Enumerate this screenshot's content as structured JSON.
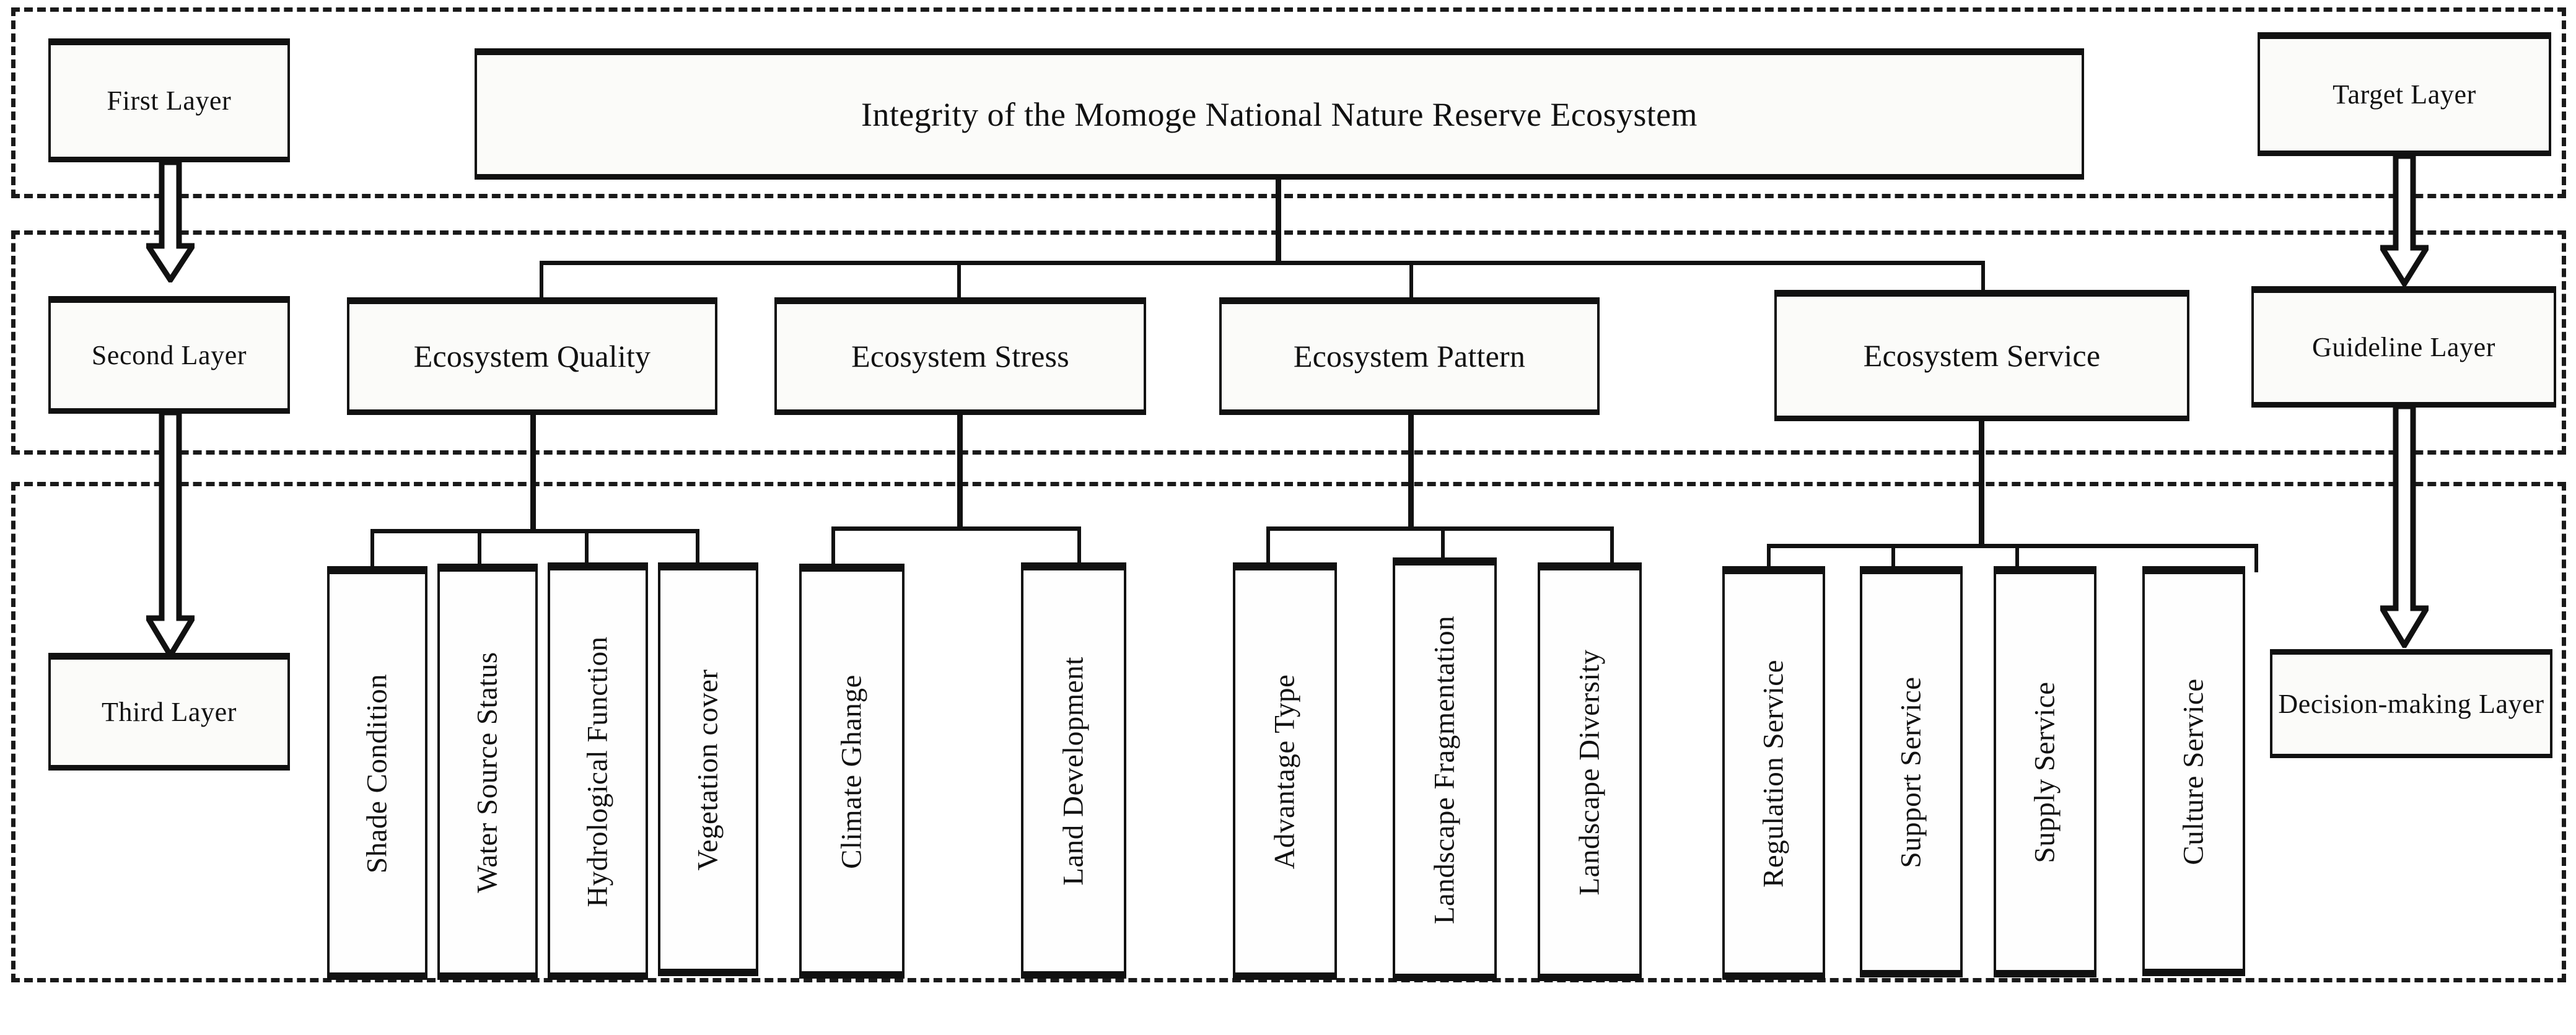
{
  "diagram": {
    "title_box": {
      "label": "Integrity of the Momoge National Nature Reserve Ecosystem"
    },
    "left_layer_labels": [
      {
        "id": "first-layer",
        "label": "First Layer"
      },
      {
        "id": "second-layer",
        "label": "Second Layer"
      },
      {
        "id": "third-layer",
        "label": "Third Layer"
      }
    ],
    "right_layer_labels": [
      {
        "id": "target-layer",
        "label": "Target Layer"
      },
      {
        "id": "guideline-layer",
        "label": "Guideline Layer"
      },
      {
        "id": "decision-making-layer",
        "label": "Decision-making Layer"
      }
    ],
    "criteria": [
      {
        "id": "ecosystem-quality",
        "label": "Ecosystem Quality"
      },
      {
        "id": "ecosystem-stress",
        "label": "Ecosystem Stress"
      },
      {
        "id": "ecosystem-pattern",
        "label": "Ecosystem Pattern"
      },
      {
        "id": "ecosystem-service",
        "label": "Ecosystem Service"
      }
    ],
    "indicators": [
      {
        "id": "shade-condition",
        "label": "Shade Condition",
        "parent": "ecosystem-quality"
      },
      {
        "id": "water-source-status",
        "label": "Water Source Status",
        "parent": "ecosystem-quality"
      },
      {
        "id": "hydrological-function",
        "label": "Hydrological Function",
        "parent": "ecosystem-quality"
      },
      {
        "id": "vegetation-cover",
        "label": "Vegetation cover",
        "parent": "ecosystem-quality"
      },
      {
        "id": "climate-ghange",
        "label": "Climate Ghange",
        "parent": "ecosystem-stress"
      },
      {
        "id": "land-development",
        "label": "Land Development",
        "parent": "ecosystem-stress"
      },
      {
        "id": "advantage-type",
        "label": "Advantage Type",
        "parent": "ecosystem-pattern"
      },
      {
        "id": "landscape-fragmentation",
        "label": "Landscape Fragmentation",
        "parent": "ecosystem-pattern"
      },
      {
        "id": "landscape-diversity",
        "label": "Landscape Diversity",
        "parent": "ecosystem-pattern"
      },
      {
        "id": "regulation-service",
        "label": "Regulation Service",
        "parent": "ecosystem-service"
      },
      {
        "id": "support-service",
        "label": "Support Service",
        "parent": "ecosystem-service"
      },
      {
        "id": "supply-service",
        "label": "Supply Service",
        "parent": "ecosystem-service"
      },
      {
        "id": "culture-service",
        "label": "Culture Service",
        "parent": "ecosystem-service"
      }
    ],
    "colors": {
      "line": "#111111",
      "box_fill": "#fbfbf9",
      "band_border": "#1a1a1a",
      "page_background": "#ffffff"
    }
  }
}
